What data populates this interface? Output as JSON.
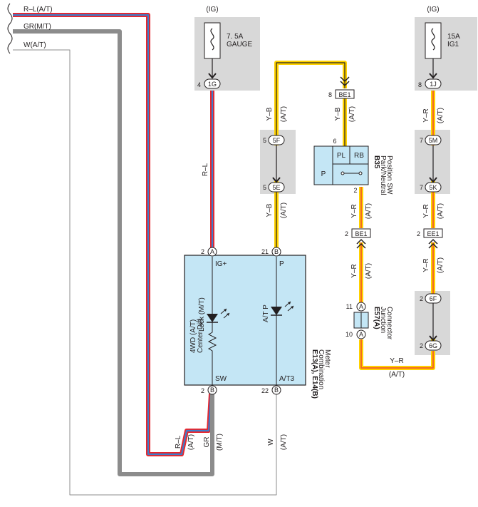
{
  "left_wires": [
    {
      "label": "R–L(A/T)"
    },
    {
      "label": "GR(M/T)"
    },
    {
      "label": "W(A/T)"
    }
  ],
  "fuse_gauge": {
    "supply": "(IG)",
    "rating": "7. 5A",
    "name": "GAUGE",
    "pin": "4",
    "connector": "1G"
  },
  "fuse_ig1": {
    "supply": "(IG)",
    "rating": "15A",
    "name": "IG1",
    "pin": "8",
    "connector": "1J"
  },
  "wire_rl": {
    "color": "R–L"
  },
  "wire_yb_top": {
    "color": "Y–B",
    "variant": "(A/T)"
  },
  "wire_yb_mid": {
    "color": "Y–B",
    "variant": "(A/T)"
  },
  "wire_yb_low": {
    "color": "Y–B",
    "variant": "(A/T)"
  },
  "wire_yr_sw": {
    "color": "Y–R",
    "variant": "(A/T)"
  },
  "wire_yr_jc": {
    "color": "Y–R",
    "variant": "(A/T)"
  },
  "wire_yr_r1": {
    "color": "Y–R",
    "variant": "(A/T)"
  },
  "wire_yr_r2": {
    "color": "Y–R",
    "variant": "(A/T)"
  },
  "wire_yr_r3": {
    "color": "Y–R",
    "variant": "(A/T)"
  },
  "wire_yr_bottom": {
    "color": "Y–R",
    "variant": "(A/T)"
  },
  "wire_bottom_rl": {
    "color": "R–L",
    "variant": "(A/T)"
  },
  "wire_bottom_gr": {
    "color": "GR",
    "variant": "(M/T)"
  },
  "wire_bottom_w": {
    "color": "W",
    "variant": "(A/T)"
  },
  "conn_5f": {
    "pin": "5",
    "name": "5F"
  },
  "conn_5e": {
    "pin": "5",
    "name": "5E"
  },
  "conn_5m": {
    "pin": "7",
    "name": "5M"
  },
  "conn_5k": {
    "pin": "7",
    "name": "5K"
  },
  "conn_6f": {
    "pin": "2",
    "name": "6F"
  },
  "conn_6g": {
    "pin": "2",
    "name": "6G"
  },
  "be1_top": {
    "pin": "8",
    "name": "BE1"
  },
  "be1_mid": {
    "pin": "2",
    "name": "BE1"
  },
  "ee1": {
    "pin": "2",
    "name": "EE1"
  },
  "pn_switch": {
    "code": "B35",
    "name_line1": "Park/Neutral",
    "name_line2": "Position SW",
    "cell_pl": "PL",
    "cell_rb": "RB",
    "cell_p": "P",
    "pin_top": "6",
    "pin_bottom": "2"
  },
  "junction": {
    "code": "E57(A)",
    "name_line1": "Junction",
    "name_line2": "Connector",
    "pin_top": "11",
    "pin_bottom": "10",
    "conn": "A"
  },
  "meter": {
    "code": "E13(A), E14(B)",
    "name_line1": "Combination",
    "name_line2": "Meter",
    "ig_label": "IG+",
    "p_label": "P",
    "sw_label": "SW",
    "at3_label": "A/T3",
    "lamp1_line1": "4WD (A/T)",
    "lamp1_line2": "Center Diff.",
    "lamp1_line3": "Lock (M/T)",
    "lamp2_label": "A/T P",
    "pin_ig": "2",
    "pin_p": "21",
    "pin_sw": "2",
    "pin_at3": "22",
    "conn_a": "A",
    "conn_b": "B"
  },
  "colors": {
    "shaded": "#d8d8d8",
    "box": "#c4e6f5",
    "red": "#e8262c",
    "blue": "#3d7dca",
    "gray": "#8c8c8c",
    "yellow": "#ffd200",
    "orange": "#f26b21"
  }
}
